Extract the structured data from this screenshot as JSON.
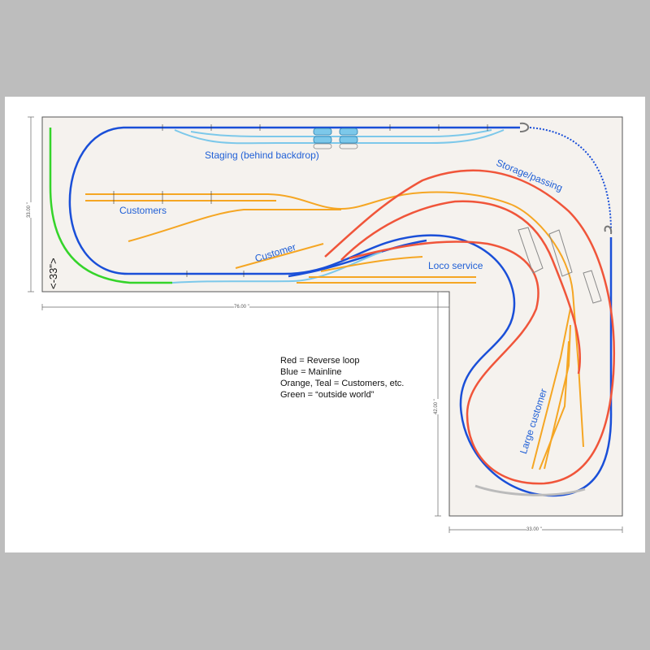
{
  "labels": {
    "staging": "Staging (behind backdrop)",
    "customers": "Customers",
    "customer": "Customer",
    "loco_service": "Loco service",
    "storage": "Storage/passing",
    "large_customer": "Large customer",
    "outside": "<-33\">"
  },
  "dimensions": {
    "width_main": "76.00 \"",
    "height_left": "33.00 \"",
    "height_leg": "42.00 \"",
    "width_leg": "33.00 \""
  },
  "legend": [
    "Red = Reverse loop",
    "Blue = Mainline",
    "Orange, Teal = Customers, etc.",
    "Green = “outside world”"
  ],
  "colors": {
    "mainline": "#1a4fd8",
    "reverse_loop": "#f0553a",
    "customers": "#f5a623",
    "teal": "#7cc8ea",
    "outside": "#35d42a",
    "board": "#f5f2ee"
  }
}
